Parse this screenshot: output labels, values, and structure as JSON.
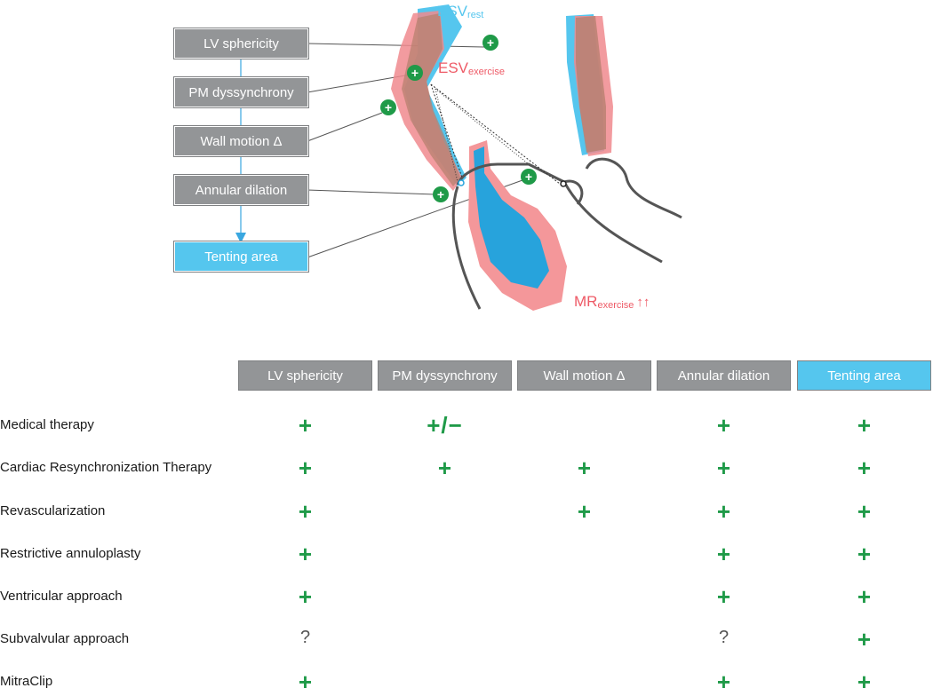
{
  "diagram": {
    "factors": [
      "LV sphericity",
      "PM dyssynchrony",
      "Wall motion Δ",
      "Annular dilation"
    ],
    "outcome": "Tenting area",
    "labels": {
      "esv_rest": {
        "main": "ESV",
        "sub": "rest"
      },
      "esv_exercise": {
        "main": "ESV",
        "sub": "exercise"
      },
      "mr_exercise": {
        "main": "MR",
        "sub": "exercise",
        "arrows": "↑↑"
      }
    },
    "plus_marker": "+",
    "colors": {
      "box_gray": "#939597",
      "box_blue": "#55c6ee",
      "plus_green": "#1f9a48",
      "esv_rest": "#55c6ee",
      "esv_exercise": "#f08a8e",
      "line": "#555555"
    }
  },
  "table": {
    "columns": [
      "LV sphericity",
      "PM dyssynchrony",
      "Wall motion Δ",
      "Annular dilation",
      "Tenting area"
    ],
    "rows": [
      {
        "label": "Medical therapy",
        "cells": [
          "+",
          "+/−",
          "",
          "+",
          "+"
        ]
      },
      {
        "label": "Cardiac Resynchronization Therapy",
        "cells": [
          "+",
          "+",
          "+",
          "+",
          "+"
        ]
      },
      {
        "label": "Revascularization",
        "cells": [
          "+",
          "",
          "+",
          "+",
          "+"
        ]
      },
      {
        "label": "Restrictive annuloplasty",
        "cells": [
          "+",
          "",
          "",
          "+",
          "+"
        ]
      },
      {
        "label": "Ventricular approach",
        "cells": [
          "+",
          "",
          "",
          "+",
          "+"
        ]
      },
      {
        "label": "Subvalvular approach",
        "cells": [
          "?",
          "",
          "",
          "?",
          "+"
        ]
      },
      {
        "label": "MitraClip",
        "cells": [
          "+",
          "",
          "",
          "+",
          "+"
        ]
      }
    ]
  }
}
